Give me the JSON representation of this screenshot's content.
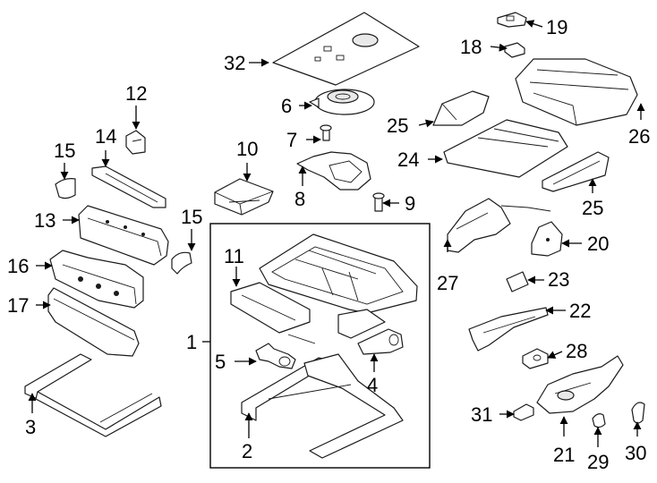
{
  "callouts": {
    "c1": "1",
    "c2": "2",
    "c3": "3",
    "c4": "4",
    "c5": "5",
    "c6": "6",
    "c7": "7",
    "c8": "8",
    "c9": "9",
    "c10": "10",
    "c11": "11",
    "c12": "12",
    "c13": "13",
    "c14": "14",
    "c15a": "15",
    "c15b": "15",
    "c16": "16",
    "c17": "17",
    "c18": "18",
    "c19": "19",
    "c20": "20",
    "c21": "21",
    "c22": "22",
    "c23": "23",
    "c24": "24",
    "c25a": "25",
    "c25b": "25",
    "c26": "26",
    "c27": "27",
    "c28": "28",
    "c29": "29",
    "c30": "30",
    "c31": "31",
    "c32": "32"
  },
  "colors": {
    "line": "#1a1a1a",
    "shade": "#e9e9e9",
    "background": "#ffffff"
  }
}
